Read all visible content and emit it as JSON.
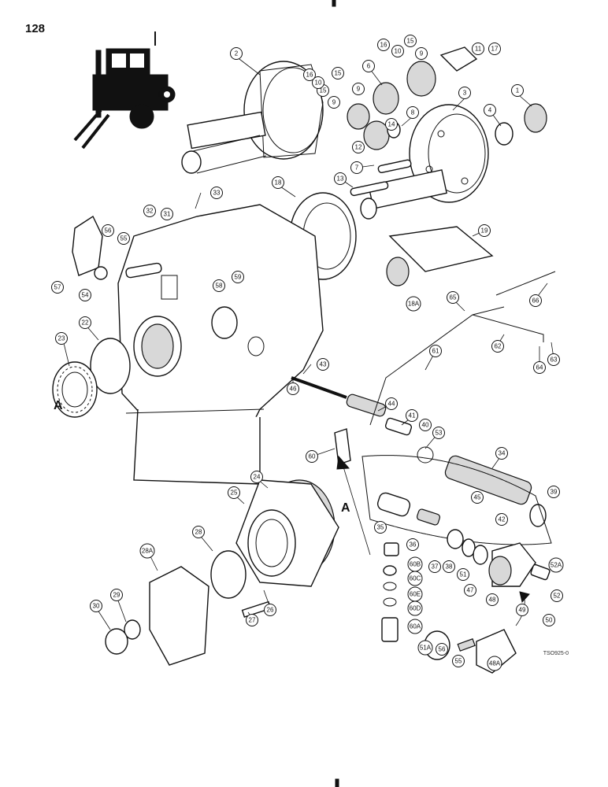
{
  "page": {
    "number": "128",
    "ref_code": "TSO925-0",
    "view_labels": [
      "A",
      "A"
    ]
  },
  "callouts": [
    {
      "id": "c1",
      "label": "1"
    },
    {
      "id": "c2",
      "label": "2"
    },
    {
      "id": "c3",
      "label": "3"
    },
    {
      "id": "c4",
      "label": "4"
    },
    {
      "id": "c5a",
      "label": "15"
    },
    {
      "id": "c5b",
      "label": "15"
    },
    {
      "id": "c5c",
      "label": "15"
    },
    {
      "id": "c6",
      "label": "6"
    },
    {
      "id": "c7",
      "label": "7"
    },
    {
      "id": "c8",
      "label": "8"
    },
    {
      "id": "c9a",
      "label": "9"
    },
    {
      "id": "c9b",
      "label": "9"
    },
    {
      "id": "c9c",
      "label": "9"
    },
    {
      "id": "c10a",
      "label": "10"
    },
    {
      "id": "c10b",
      "label": "10"
    },
    {
      "id": "c11",
      "label": "11"
    },
    {
      "id": "c17",
      "label": "17"
    },
    {
      "id": "c12",
      "label": "12"
    },
    {
      "id": "c13",
      "label": "13"
    },
    {
      "id": "c14",
      "label": "14"
    },
    {
      "id": "c16a",
      "label": "16"
    },
    {
      "id": "c16b",
      "label": "16"
    },
    {
      "id": "c18",
      "label": "18"
    },
    {
      "id": "c18a",
      "label": "18A"
    },
    {
      "id": "c19",
      "label": "19"
    },
    {
      "id": "c22",
      "label": "22"
    },
    {
      "id": "c23",
      "label": "23"
    },
    {
      "id": "c24",
      "label": "24"
    },
    {
      "id": "c25",
      "label": "25"
    },
    {
      "id": "c26",
      "label": "26"
    },
    {
      "id": "c27",
      "label": "27"
    },
    {
      "id": "c28",
      "label": "28"
    },
    {
      "id": "c28a",
      "label": "28A"
    },
    {
      "id": "c29",
      "label": "29"
    },
    {
      "id": "c30",
      "label": "30"
    },
    {
      "id": "c31",
      "label": "31"
    },
    {
      "id": "c32",
      "label": "32"
    },
    {
      "id": "c33",
      "label": "33"
    },
    {
      "id": "c34",
      "label": "34"
    },
    {
      "id": "c35",
      "label": "35"
    },
    {
      "id": "c36",
      "label": "36"
    },
    {
      "id": "c37",
      "label": "37"
    },
    {
      "id": "c38",
      "label": "38"
    },
    {
      "id": "c39",
      "label": "39"
    },
    {
      "id": "c40",
      "label": "40"
    },
    {
      "id": "c41",
      "label": "41"
    },
    {
      "id": "c42",
      "label": "42"
    },
    {
      "id": "c43",
      "label": "43"
    },
    {
      "id": "c44",
      "label": "44"
    },
    {
      "id": "c45",
      "label": "45"
    },
    {
      "id": "c46",
      "label": "46"
    },
    {
      "id": "c47",
      "label": "47"
    },
    {
      "id": "c48",
      "label": "48"
    },
    {
      "id": "c48a",
      "label": "48A"
    },
    {
      "id": "c49",
      "label": "49"
    },
    {
      "id": "c50",
      "label": "50"
    },
    {
      "id": "c51",
      "label": "51"
    },
    {
      "id": "c51a",
      "label": "51A"
    },
    {
      "id": "c52",
      "label": "52"
    },
    {
      "id": "c52a",
      "label": "52A"
    },
    {
      "id": "c53",
      "label": "53"
    },
    {
      "id": "c54",
      "label": "54"
    },
    {
      "id": "c55a",
      "label": "55"
    },
    {
      "id": "c55b",
      "label": "55"
    },
    {
      "id": "c56a",
      "label": "56"
    },
    {
      "id": "c56b",
      "label": "56"
    },
    {
      "id": "c57",
      "label": "57"
    },
    {
      "id": "c58",
      "label": "58"
    },
    {
      "id": "c59",
      "label": "59"
    },
    {
      "id": "c60",
      "label": "60"
    },
    {
      "id": "c60a",
      "label": "60A"
    },
    {
      "id": "c60b",
      "label": "60B"
    },
    {
      "id": "c60c",
      "label": "60C"
    },
    {
      "id": "c60d",
      "label": "60D"
    },
    {
      "id": "c60e",
      "label": "60E"
    },
    {
      "id": "c61",
      "label": "61"
    },
    {
      "id": "c62",
      "label": "62"
    },
    {
      "id": "c63",
      "label": "63"
    },
    {
      "id": "c64",
      "label": "64"
    },
    {
      "id": "c65",
      "label": "65"
    },
    {
      "id": "c66",
      "label": "66"
    }
  ]
}
